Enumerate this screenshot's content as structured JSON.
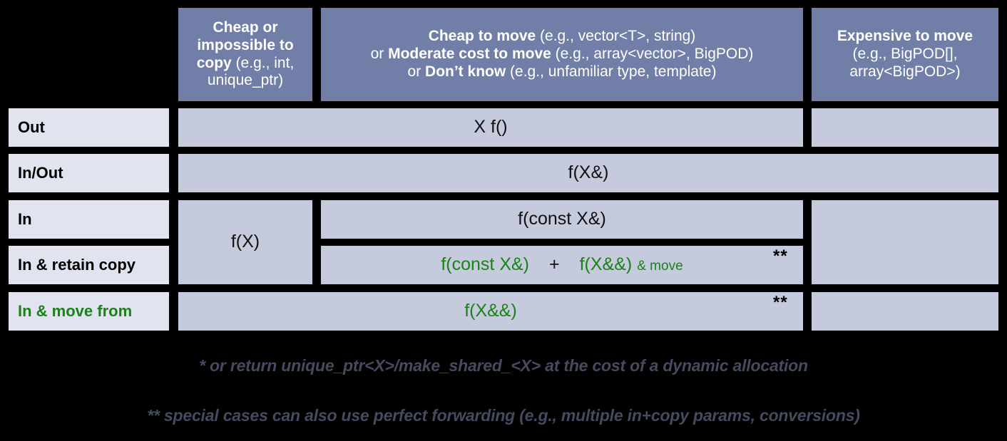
{
  "table": {
    "corner": {
      "label": ""
    },
    "columns": [
      {
        "id": "cheap-or-impossible-to-copy",
        "strong1": "Cheap or impossible to copy",
        "rest1": " (e.g., int, unique_ptr)"
      },
      {
        "id": "cheap-to-move",
        "line1_strong": "Cheap to move",
        "line1_rest": " (e.g., vector<T>, string)",
        "line2_prefix": "or ",
        "line2_strong": "Moderate cost to move",
        "line2_rest": " (e.g., array<vector>, BigPOD)",
        "line3_prefix": "or ",
        "line3_strong": "Don’t know",
        "line3_rest": " (e.g., unfamiliar type, template)"
      },
      {
        "id": "expensive-to-move",
        "line1_strong": "Expensive to move",
        "line2": "(e.g., BigPOD[],",
        "line3": "array<BigPOD>)"
      }
    ],
    "rows": [
      {
        "id": "out",
        "label": "Out",
        "green": false
      },
      {
        "id": "in-out",
        "label": "In/Out",
        "green": false
      },
      {
        "id": "in",
        "label": "In",
        "green": false
      },
      {
        "id": "in-retain-copy",
        "label": "In & retain copy",
        "green": false
      },
      {
        "id": "in-move-from",
        "label": "In & move from",
        "green": true
      }
    ],
    "cells": {
      "out_span": "X f()",
      "inout_span": "f(X&)",
      "in_copycol_span": "f(X)",
      "in_cheapmove": "f(const X&)",
      "retain_part1": "f(const X&)",
      "retain_plus": "+",
      "retain_part2": "f(X&&)",
      "retain_part3": "& move",
      "movefrom_span": "f(X&&)",
      "stars_retain": "**",
      "stars_movefrom": "**"
    }
  },
  "footnotes": [
    "* or return unique_ptr<X>/make_shared_<X> at the cost of a dynamic allocation",
    "** special cases can also use perfect forwarding (e.g., multiple in+copy params, conversions)"
  ],
  "colors": {
    "header_blue": "#717EA8",
    "body_fill": "#C5CADC",
    "rowlabel_fill": "#E1E4EE",
    "accent_green": "#1B8217",
    "footnote_gray": "#454B5E",
    "background": "#000000"
  }
}
